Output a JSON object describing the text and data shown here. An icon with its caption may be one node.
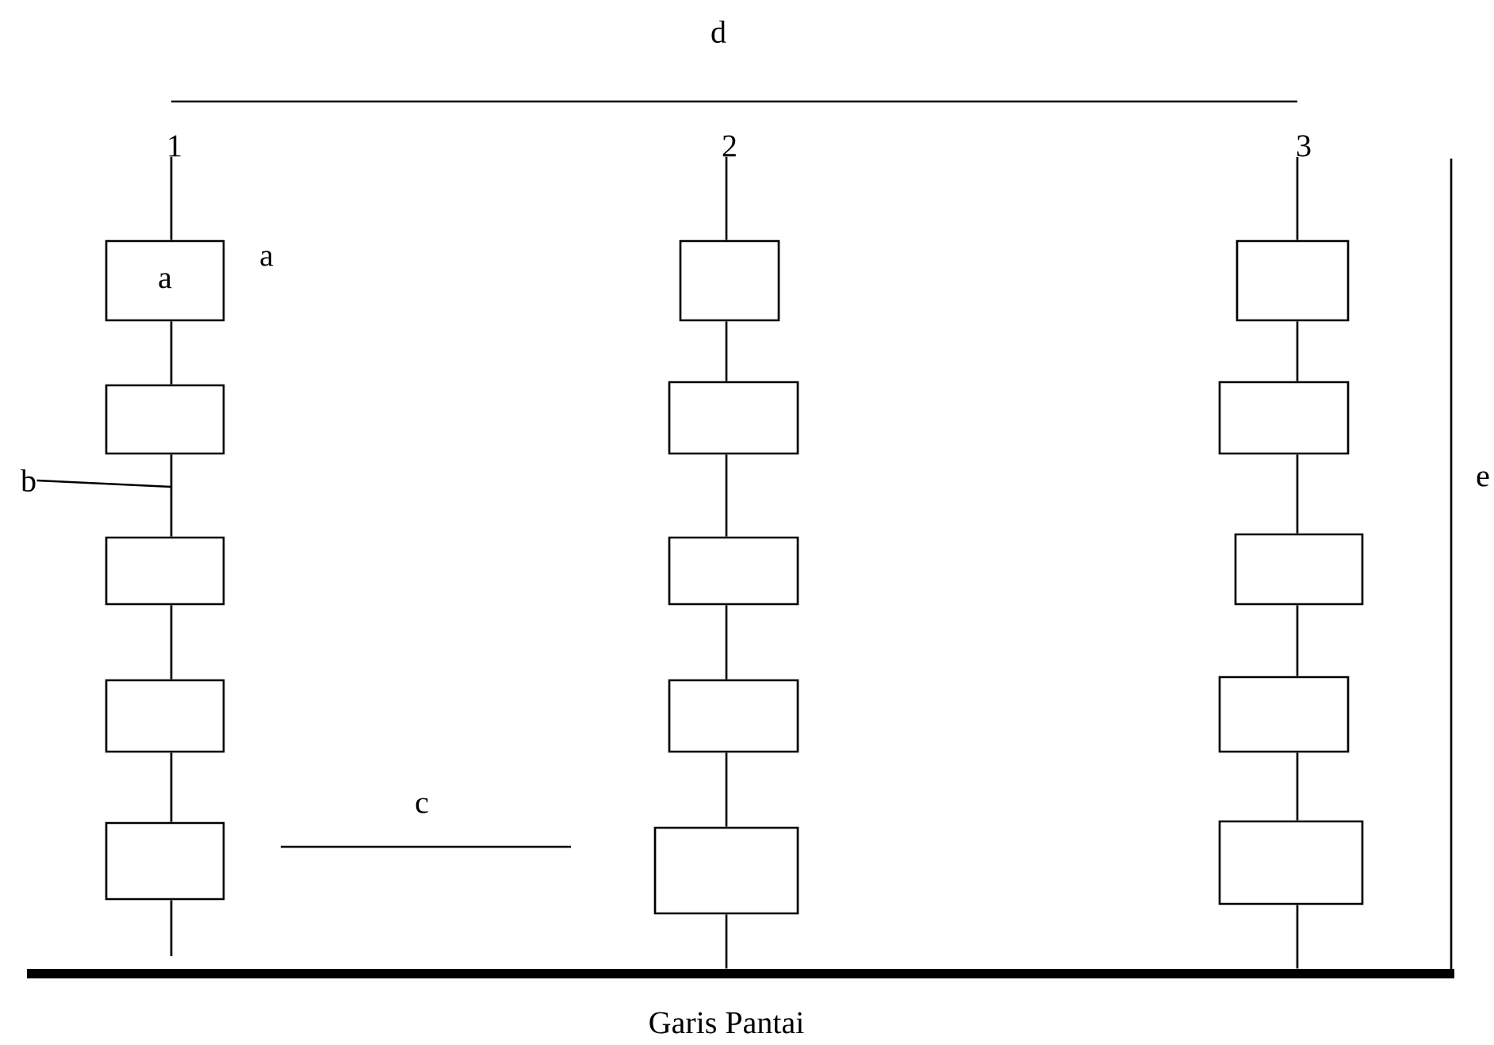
{
  "diagram": {
    "nodes": [
      {
        "text": [
          "a"
        ],
        "beside": [
          "a"
        ]
      },
      {
        "text": [],
        "shape": "box"
      },
      {
        "text": [],
        "shape": "box"
      },
      {
        "text": [],
        "shape": "box"
      },
      {
        "text": [],
        "shape": "box"
      },
      {
        "text": [],
        "shape": "box"
      },
      {
        "text": [],
        "shape": "box"
      },
      {
        "text": [],
        "shape": "box"
      },
      {
        "text": [],
        "shape": "box"
      },
      {
        "text": [],
        "shape": "box"
      },
      {
        "text": [],
        "shape": "box"
      },
      {
        "text": [],
        "shape": "box"
      },
      {
        "text": [],
        "shape": "box"
      },
      {
        "text": [],
        "shape": "box"
      },
      {
        "text": [],
        "shape": "box"
      },
      {
        "text": [],
        "shape": "bar",
        "beside": [
          "Garis Pantai"
        ]
      },
      {
        "text": [
          "b"
        ]
      },
      {
        "text": [
          "1"
        ]
      },
      {
        "text": [
          "2"
        ]
      },
      {
        "text": [
          "3"
        ]
      }
    ],
    "edges": [
      {
        "from": 17,
        "to": 0,
        "arrow": "none"
      },
      {
        "from": 0,
        "to": 1,
        "arrow": "none"
      },
      {
        "from": 1,
        "to": 2,
        "arrow": "none"
      },
      {
        "from": 2,
        "to": 3,
        "arrow": "none"
      },
      {
        "from": 3,
        "to": 4,
        "arrow": "none"
      },
      {
        "from": 4,
        "to": 15,
        "arrow": "none"
      },
      {
        "from": 18,
        "to": 5,
        "arrow": "none"
      },
      {
        "from": 5,
        "to": 6,
        "arrow": "none"
      },
      {
        "from": 6,
        "to": 7,
        "arrow": "none"
      },
      {
        "from": 7,
        "to": 8,
        "arrow": "none"
      },
      {
        "from": 8,
        "to": 9,
        "arrow": "none"
      },
      {
        "from": 9,
        "to": 15,
        "arrow": "none"
      },
      {
        "from": 19,
        "to": 10,
        "arrow": "none"
      },
      {
        "from": 10,
        "to": 11,
        "arrow": "none"
      },
      {
        "from": 11,
        "to": 12,
        "arrow": "none"
      },
      {
        "from": 12,
        "to": 13,
        "arrow": "none"
      },
      {
        "from": 13,
        "to": 14,
        "arrow": "none"
      },
      {
        "from": 14,
        "to": 15,
        "arrow": "none"
      },
      {
        "from": 16,
        "to": null,
        "arrow": "none"
      }
    ],
    "labels": [
      "d",
      "e",
      "c"
    ]
  }
}
